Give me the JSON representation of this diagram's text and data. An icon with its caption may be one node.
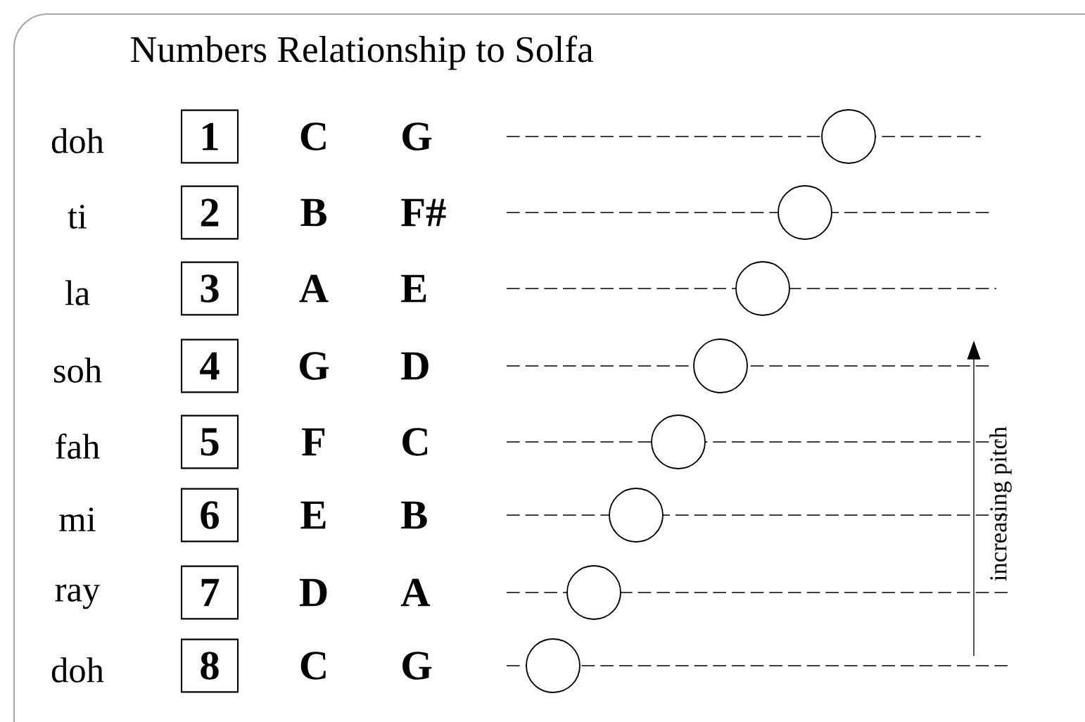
{
  "diagram": {
    "title": "Numbers Relationship to Solfa",
    "nodes": [
      {
        "text": [
          "1"
        ]
      },
      {
        "text": [
          "2"
        ]
      },
      {
        "text": [
          "3"
        ]
      },
      {
        "text": [
          "4"
        ]
      },
      {
        "text": [
          "5"
        ]
      },
      {
        "text": [
          "6"
        ]
      },
      {
        "text": [
          "7"
        ]
      },
      {
        "text": [
          "8"
        ]
      }
    ],
    "labels": [
      "doh",
      "C",
      "G",
      "ti",
      "B",
      "F#",
      "la",
      "A",
      "E",
      "soh",
      "G",
      "D",
      "fah",
      "F",
      "C",
      "mi",
      "E",
      "B",
      "ray",
      "D",
      "A",
      "doh",
      "C",
      "G",
      "increasing pitch"
    ]
  }
}
